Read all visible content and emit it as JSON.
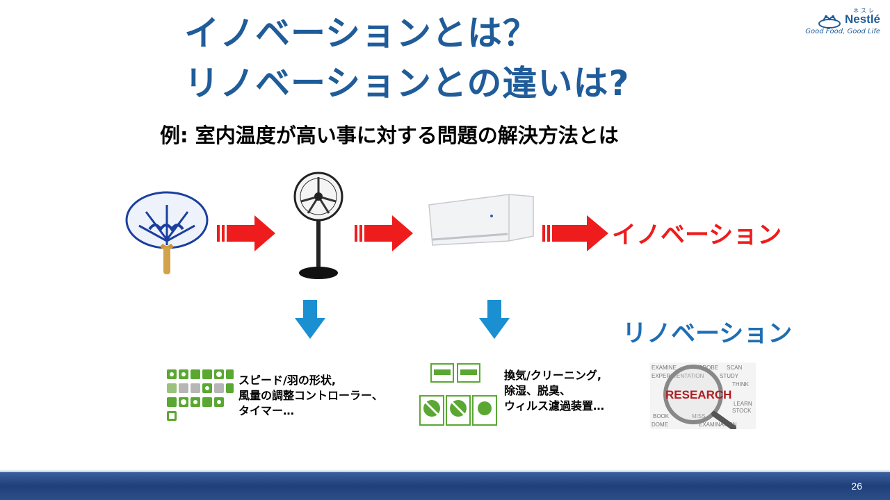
{
  "title": {
    "line1": "イノベーションとは？",
    "line2": "リノベーションとの違いは?"
  },
  "subtitle": "例: 室内温度が高い事に対する問題の解決方法とは",
  "logo": {
    "brand": "Nestlé",
    "kana": "ネスレ",
    "tagline": "Good Food, Good Life"
  },
  "labels": {
    "innovation": "イノベーション",
    "renovation": "リノベーション"
  },
  "notes": {
    "fan_features": [
      "スピード/羽の形状,",
      "風量の調整コントローラー、",
      "タイマー…"
    ],
    "ac_features": [
      "換気/クリーニング,",
      "除湿、脱臭、",
      "ウィルス濾過装置…"
    ]
  },
  "research_image": {
    "main_word": "RESEARCH",
    "words": [
      "EXAMINE",
      "PROBE",
      "SCAN",
      "EXPERIMENTATION",
      "STUDY",
      "BOOK",
      "MISS",
      "DOME",
      "EXAMINATION",
      "THINK",
      "LEARN",
      "STOCK"
    ]
  },
  "colors": {
    "title": "#1f5c99",
    "innovation": "#ee1c1c",
    "renovation": "#1f6eb5",
    "red_arrow": "#ee1c1c",
    "blue_arrow": "#1a8fd1",
    "icon_green": "#5aa832"
  },
  "icons": [
    "uchiwa-fan",
    "standing-fan",
    "air-conditioner",
    "fan-control-icons",
    "ac-feature-icons",
    "research-magnifier"
  ],
  "page_number": "26"
}
